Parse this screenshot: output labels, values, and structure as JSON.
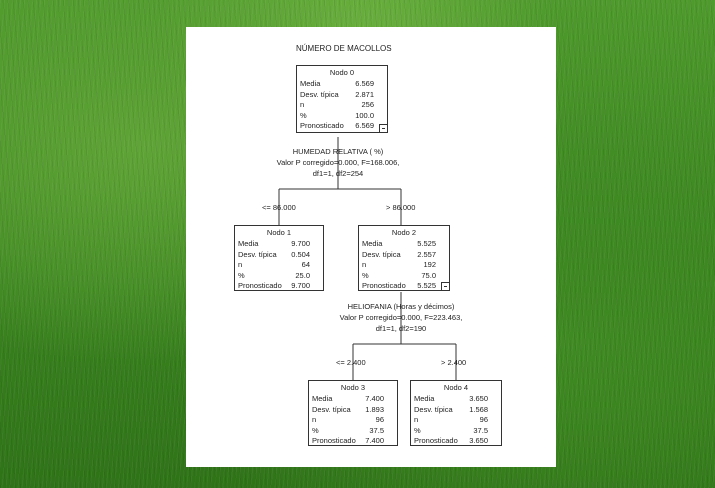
{
  "title": "NÚMERO DE MACOLLOS",
  "row_labels": [
    "Media",
    "Desv. típica",
    "n",
    "%",
    "Pronosticado"
  ],
  "nodes": [
    {
      "label": "Nodo 0",
      "values": [
        "6.569",
        "2.871",
        "256",
        "100.0",
        "6.569"
      ]
    },
    {
      "label": "Nodo 1",
      "values": [
        "9.700",
        "0.504",
        "64",
        "25.0",
        "9.700"
      ]
    },
    {
      "label": "Nodo 2",
      "values": [
        "5.525",
        "2.557",
        "192",
        "75.0",
        "5.525"
      ]
    },
    {
      "label": "Nodo 3",
      "values": [
        "7.400",
        "1.893",
        "96",
        "37.5",
        "7.400"
      ]
    },
    {
      "label": "Nodo 4",
      "values": [
        "3.650",
        "1.568",
        "96",
        "37.5",
        "3.650"
      ]
    }
  ],
  "splits": [
    {
      "variable": "HUMEDAD RELATIVA ( %)",
      "stat": "Valor P corregido=0.000, F=168.006,",
      "df": "df1=1, df2=254"
    },
    {
      "variable": "HELIOFANIA (Horas y décimos)",
      "stat": "Valor P corregido=0.000, F=223.463,",
      "df": "df1=1, df2=190"
    }
  ],
  "branches": [
    "<= 86.000",
    "> 86.000",
    "<= 2.400",
    "> 2.400"
  ]
}
